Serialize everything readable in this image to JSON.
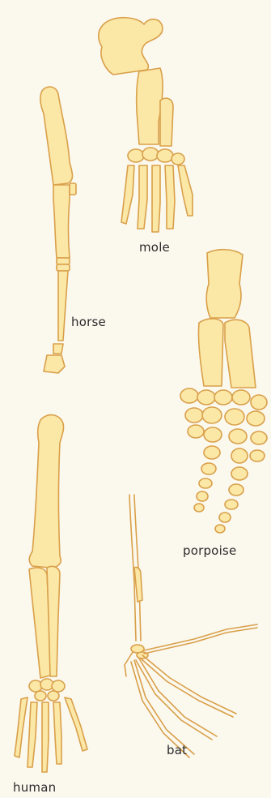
{
  "labels": {
    "mole": "mole",
    "horse": "horse",
    "porpoise": "porpoise",
    "bat": "bat",
    "human": "human"
  },
  "colors": {
    "background": "#fbf8ee",
    "bone_fill": "#fbe7a6",
    "bone_outline": "#d9a04a",
    "text": "#2b2b2b"
  }
}
